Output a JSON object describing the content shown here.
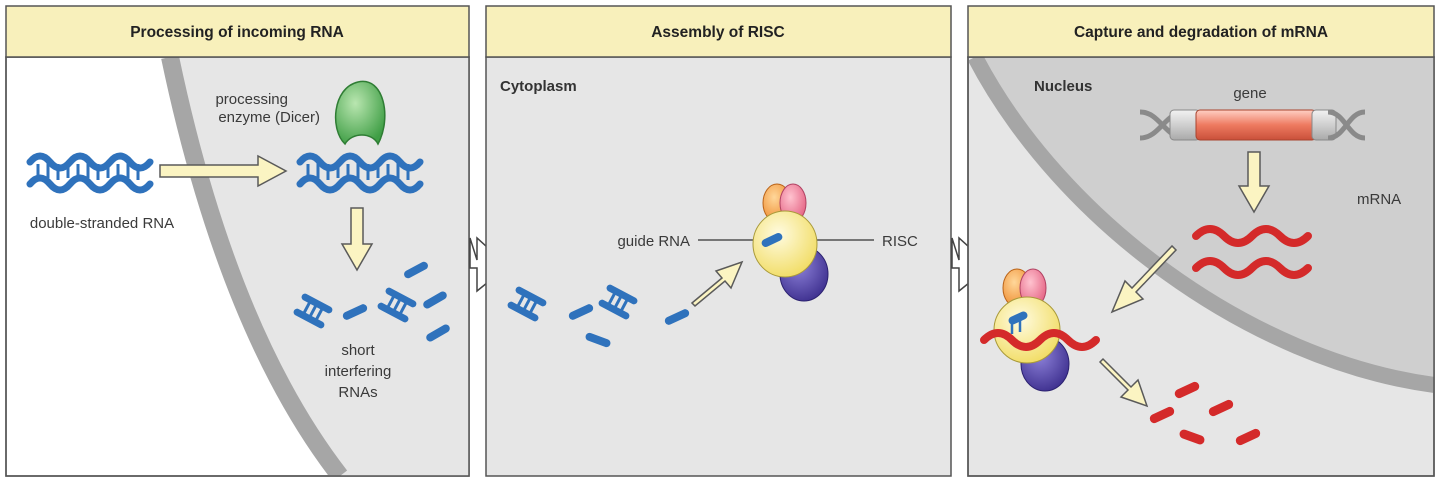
{
  "panels": [
    {
      "header": "Processing of incoming RNA"
    },
    {
      "header": "Assembly of RISC",
      "region": "Cytoplasm"
    },
    {
      "header": "Capture and degradation of mRNA",
      "region": "Nucleus"
    }
  ],
  "labels": {
    "double_stranded_rna": "double-stranded RNA",
    "processing_enzyme_line1": "processing",
    "processing_enzyme_line2": "enzyme (Dicer)",
    "sirna_line1": "short",
    "sirna_line2": "interfering",
    "sirna_line3": "RNAs",
    "guide_rna": "guide RNA",
    "risc": "RISC",
    "gene": "gene",
    "mrna": "mRNA"
  },
  "colors": {
    "header_fill": "#f8f0bb",
    "panel_fill": "#e6e6e6",
    "membrane": "#a8a8a8",
    "nucleus_fill": "#cfcfcf",
    "rna_blue": "#2f72bc",
    "mrna_red": "#d42a2a",
    "dicer_green": "#4fb24f",
    "arrow_fill": "#fbf4c2",
    "risc_yellow": "#f7e98a",
    "risc_orange": "#f4a14a",
    "risc_pink": "#ef7d98",
    "risc_purple": "#5a4aa8",
    "gene_red": "#ef8068"
  }
}
